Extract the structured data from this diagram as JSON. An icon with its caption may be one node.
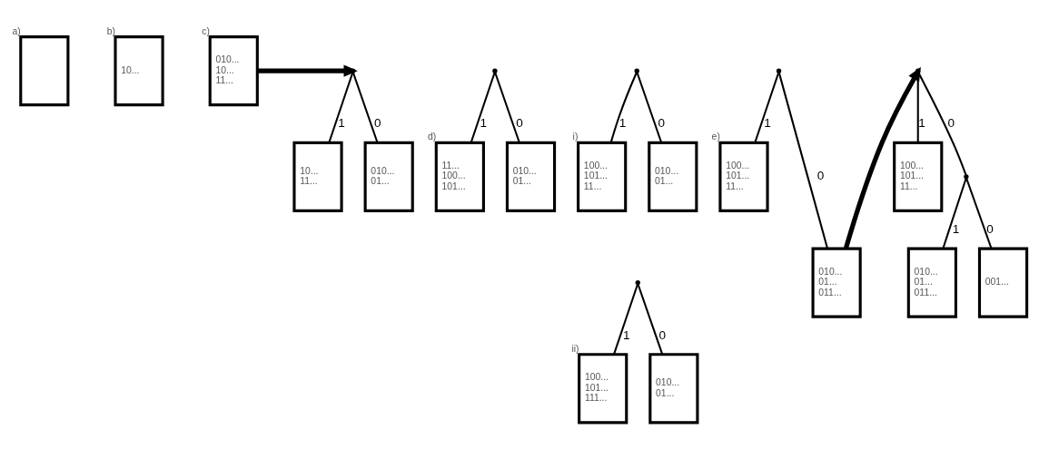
{
  "diagram": {
    "nodes": [
      {
        "text": [],
        "shape": "box",
        "beside": [
          "a)"
        ]
      },
      {
        "text": [
          "10..."
        ],
        "beside": [
          "b)"
        ]
      },
      {
        "text": [
          "010...",
          "10...",
          "11..."
        ],
        "beside": [
          "c)"
        ]
      },
      {
        "text": [],
        "shape": "point"
      },
      {
        "text": [
          "10...",
          "11..."
        ]
      },
      {
        "text": [
          "010...",
          "01..."
        ]
      },
      {
        "text": [],
        "shape": "point"
      },
      {
        "text": [
          "11...",
          "100...",
          "101..."
        ],
        "beside": [
          "d)"
        ]
      },
      {
        "text": [
          "010...",
          "01..."
        ]
      },
      {
        "text": [],
        "shape": "point"
      },
      {
        "text": [
          "100...",
          "101...",
          "11..."
        ],
        "beside": [
          "i)"
        ]
      },
      {
        "text": [
          "010...",
          "01..."
        ]
      },
      {
        "text": [],
        "shape": "point"
      },
      {
        "text": [
          "100...",
          "101...",
          "111..."
        ],
        "beside": [
          "ii)"
        ]
      },
      {
        "text": [
          "010...",
          "01..."
        ]
      },
      {
        "text": [],
        "shape": "point"
      },
      {
        "text": [
          "100...",
          "101...",
          "11..."
        ],
        "beside": [
          "e)"
        ]
      },
      {
        "text": [
          "010...",
          "01...",
          "011..."
        ]
      },
      {
        "text": [],
        "shape": "point"
      },
      {
        "text": [
          "100...",
          "101...",
          "11..."
        ]
      },
      {
        "text": [],
        "shape": "point"
      },
      {
        "text": [
          "010...",
          "01...",
          "011..."
        ]
      },
      {
        "text": [
          "001..."
        ]
      }
    ],
    "edges": [
      {
        "from": 2,
        "to": 3,
        "arrow": "to",
        "style": "thick"
      },
      {
        "from": 3,
        "to": 4,
        "arrow": "none",
        "label": "1"
      },
      {
        "from": 3,
        "to": 5,
        "arrow": "none",
        "label": "0"
      },
      {
        "from": 6,
        "to": 7,
        "arrow": "none",
        "label": "1"
      },
      {
        "from": 6,
        "to": 8,
        "arrow": "none",
        "label": "0"
      },
      {
        "from": 9,
        "to": 10,
        "arrow": "none",
        "label": "1"
      },
      {
        "from": 9,
        "to": 11,
        "arrow": "none",
        "label": "0"
      },
      {
        "from": 12,
        "to": 13,
        "arrow": "none",
        "label": "1"
      },
      {
        "from": 12,
        "to": 14,
        "arrow": "none",
        "label": "0"
      },
      {
        "from": 15,
        "to": 16,
        "arrow": "none",
        "label": "1"
      },
      {
        "from": 15,
        "to": 17,
        "arrow": "none",
        "label": "0"
      },
      {
        "from": 17,
        "to": 18,
        "arrow": "to",
        "style": "thick"
      },
      {
        "from": 18,
        "to": 19,
        "arrow": "none",
        "label": "1"
      },
      {
        "from": 18,
        "to": 20,
        "arrow": "none",
        "label": "0"
      },
      {
        "from": 20,
        "to": 21,
        "arrow": "none",
        "label": "1"
      },
      {
        "from": 20,
        "to": 22,
        "arrow": "none",
        "label": "0"
      }
    ]
  }
}
